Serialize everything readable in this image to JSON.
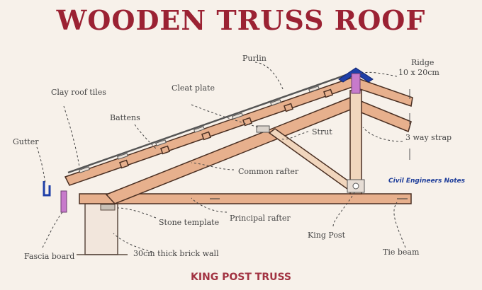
{
  "title": "WOODEN TRUSS ROOF",
  "subtitle": "KING POST TRUSS",
  "watermark": "Civil Engineers Notes",
  "labels": {
    "purlin": "Purlin",
    "ridge": "Ridge",
    "ridge_size": "10 x 20cm",
    "clay_roof_tiles": "Clay roof tiles",
    "cleat_plate": "Cleat plate",
    "battens": "Battens",
    "strut": "Strut",
    "strap": "3 way strap",
    "gutter": "Gutter",
    "common_rafter": "Common rafter",
    "stone_template": "Stone template",
    "principal_rafter": "Principal rafter",
    "king_post": "King Post",
    "tie_beam": "Tie beam",
    "fascia_board": "Fascia board",
    "brick_wall": "30cm thick brick wall"
  },
  "colors": {
    "title": "#9b2233",
    "timber": "#e7b08d",
    "ridge_cap": "#1f3fa8",
    "accent_pink": "#c77acb",
    "watermark": "#1f3e9a"
  }
}
